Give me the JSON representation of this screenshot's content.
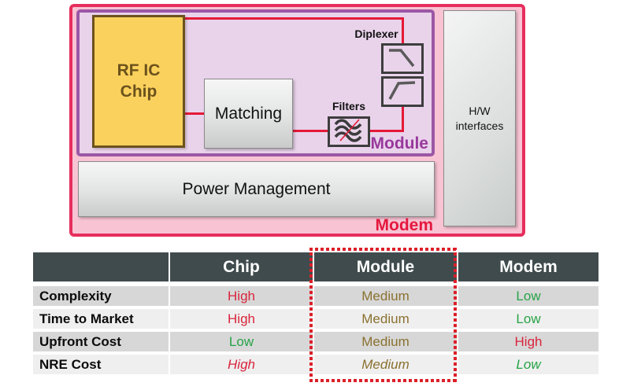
{
  "diagram": {
    "chip_label": "RF IC\nChip",
    "matching_label": "Matching",
    "filters_label": "Filters",
    "diplexer_label": "Diplexer",
    "hw_label": "H/W\ninterfaces",
    "power_label": "Power Management",
    "module_label": "Module",
    "modem_label": "Modem",
    "colors": {
      "modem_border": "#e62e5c",
      "modem_fill": "#f8c4d4",
      "module_border": "#9c57a5",
      "module_fill": "#e9d3eb",
      "chip_fill": "#fbd15d",
      "chip_border": "#6b521c",
      "signal_line": "#e51937",
      "module_label_color": "#98399c",
      "modem_label_color": "#e4183e"
    }
  },
  "table": {
    "columns": [
      "",
      "Chip",
      "Module",
      "Modem"
    ],
    "highlighted_column": "Module",
    "rows": [
      {
        "label": "Complexity",
        "cells": [
          {
            "text": "High",
            "color": "#d9253c"
          },
          {
            "text": "Medium",
            "color": "#8a7130"
          },
          {
            "text": "Low",
            "color": "#27a347"
          }
        ]
      },
      {
        "label": "Time to Market",
        "cells": [
          {
            "text": "High",
            "color": "#d9253c"
          },
          {
            "text": "Medium",
            "color": "#8a7130"
          },
          {
            "text": "Low",
            "color": "#27a347"
          }
        ]
      },
      {
        "label": "Upfront Cost",
        "cells": [
          {
            "text": "Low",
            "color": "#27a347"
          },
          {
            "text": "Medium",
            "color": "#8a7130"
          },
          {
            "text": "High",
            "color": "#d9253c"
          }
        ]
      },
      {
        "label": "NRE Cost",
        "cells": [
          {
            "text": "High",
            "color": "#d9253c"
          },
          {
            "text": "Medium",
            "color": "#8a7130"
          },
          {
            "text": "Low",
            "color": "#27a347"
          }
        ]
      }
    ],
    "colors": {
      "header_bg": "#404b4d",
      "row_alt_a": "#d7d7d7",
      "row_alt_b": "#efefef",
      "highlight_dotted": "#dc1f28"
    }
  }
}
